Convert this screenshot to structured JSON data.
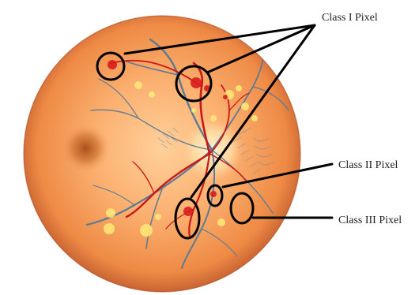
{
  "labels": {
    "class1": "Class I Pixel",
    "class2": "Class II Pixel",
    "class3": "Class III Pixel"
  },
  "colors": {
    "fundus_center": "#ffc58a",
    "fundus_mid": "#f79a52",
    "fundus_edge": "#b84f24",
    "macula": "#b45a1e",
    "vessel_red": "#c81818",
    "vessel_blue": "#5a7890",
    "exudate": "#ffeb78",
    "circle_stroke": "#000000"
  }
}
